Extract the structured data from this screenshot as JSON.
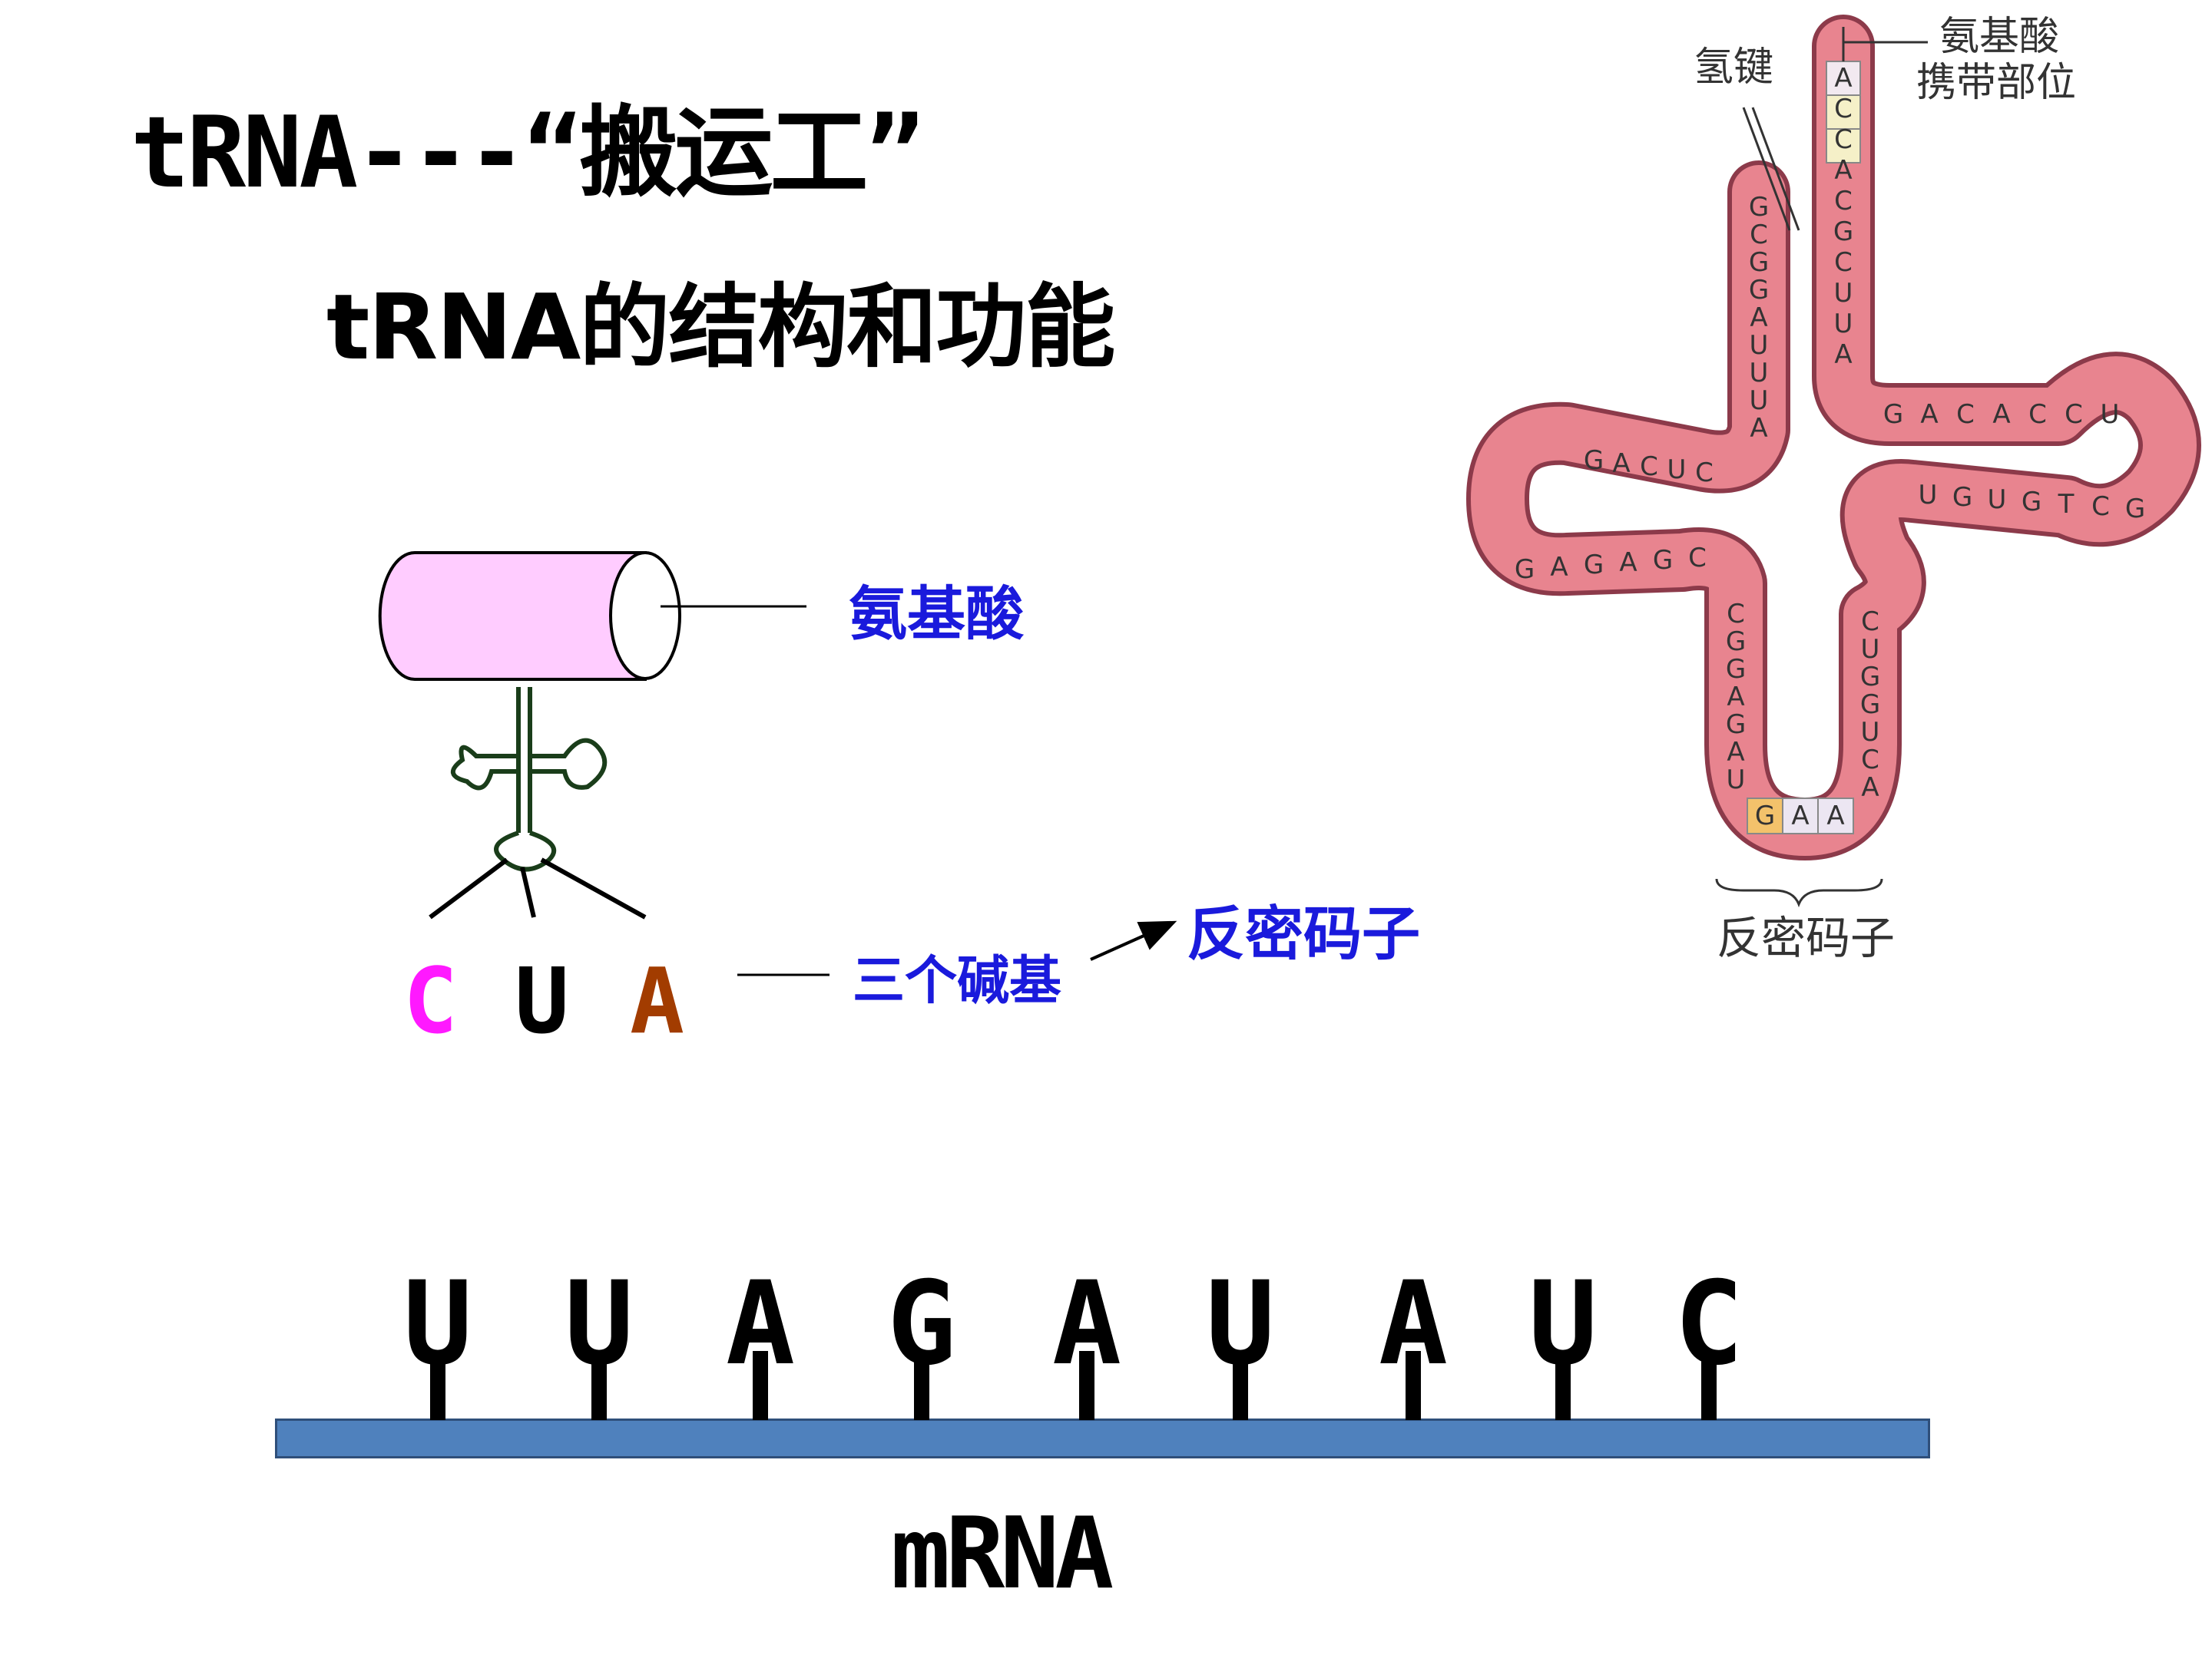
{
  "title": "tRNA---“搬运工”",
  "subtitle": "tRNA的结构和功能",
  "left_diagram": {
    "amino_acid_label": "氨基酸",
    "three_bases_label": "三个碱基",
    "anticodon_label": "反密码子",
    "codon": [
      {
        "base": "C",
        "color": "#ff19ff"
      },
      {
        "base": "U",
        "color": "#000000"
      },
      {
        "base": "A",
        "color": "#a23c00"
      }
    ]
  },
  "trna_figure": {
    "hydrogen_bond_label": "氢键",
    "attach_site_label_line1": "氨基酸",
    "attach_site_label_line2": "携带部位",
    "anticodon_label": "反密码子",
    "acceptor_stem": [
      "A",
      "C",
      "C",
      "A",
      "C",
      "G",
      "C",
      "U",
      "U",
      "A"
    ],
    "left_stem": [
      "G",
      "C",
      "G",
      "G",
      "A",
      "U",
      "U",
      "U",
      "A"
    ],
    "d_loop_top": [
      "G",
      "A",
      "C",
      "U",
      "C"
    ],
    "d_loop_bottom": [
      "G",
      "A",
      "G",
      "A",
      "G",
      "C"
    ],
    "t_arm_top": [
      "G",
      "A",
      "C",
      "A",
      "C",
      "C",
      "U"
    ],
    "t_arm_bottom": [
      "U",
      "G",
      "U",
      "G",
      "T",
      "C",
      "G"
    ],
    "anticodon_stem_left": [
      "C",
      "G",
      "G",
      "A",
      "G",
      "A",
      "U"
    ],
    "anticodon_stem_right": [
      "C",
      "U",
      "G",
      "G",
      "U",
      "C",
      "A"
    ],
    "anticodon": [
      "G",
      "A",
      "A"
    ]
  },
  "mrna": {
    "label": "mRNA",
    "bases": [
      "U",
      "U",
      "A",
      "G",
      "A",
      "U",
      "A",
      "U",
      "C"
    ],
    "strand_color": "#4f81bd"
  }
}
